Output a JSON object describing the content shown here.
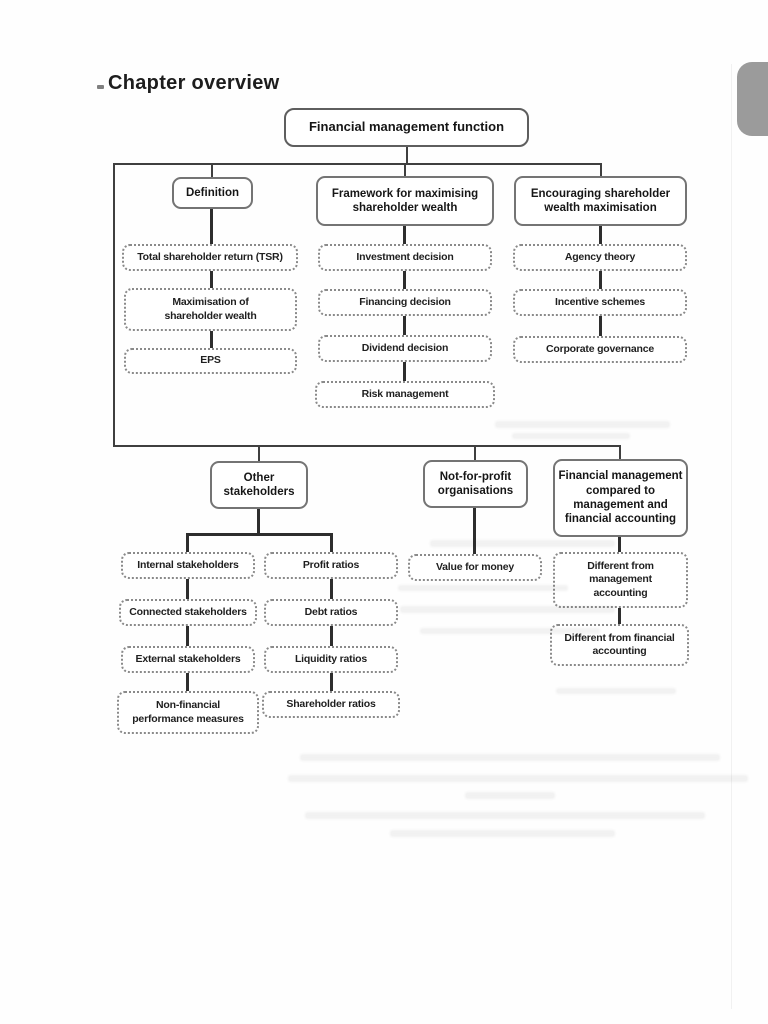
{
  "page": {
    "heading": "Chapter overview"
  },
  "diagram": {
    "root": {
      "label": "Financial management function"
    },
    "branches": [
      {
        "label": "Definition",
        "children": [
          "Total shareholder return (TSR)",
          "Maximisation of\nshareholder wealth",
          "EPS"
        ]
      },
      {
        "label": "Framework for maximising\nshareholder wealth",
        "children": [
          "Investment decision",
          "Financing decision",
          "Dividend decision",
          "Risk management"
        ]
      },
      {
        "label": "Encouraging shareholder\nwealth maximisation",
        "children": [
          "Agency theory",
          "Incentive schemes",
          "Corporate governance"
        ]
      }
    ],
    "sections": [
      {
        "label": "Other\nstakeholders",
        "col1": [
          "Internal stakeholders",
          "Connected stakeholders",
          "External stakeholders",
          "Non-financial\nperformance measures"
        ],
        "col2": [
          "Profit ratios",
          "Debt ratios",
          "Liquidity ratios",
          "Shareholder ratios"
        ]
      },
      {
        "label": "Not-for-profit\norganisations",
        "children": [
          "Value for money"
        ]
      },
      {
        "label": "Financial management\ncompared to\nmanagement and\nfinancial accounting",
        "children": [
          "Different from\nmanagement\naccounting",
          "Different from financial\naccounting"
        ]
      }
    ]
  }
}
